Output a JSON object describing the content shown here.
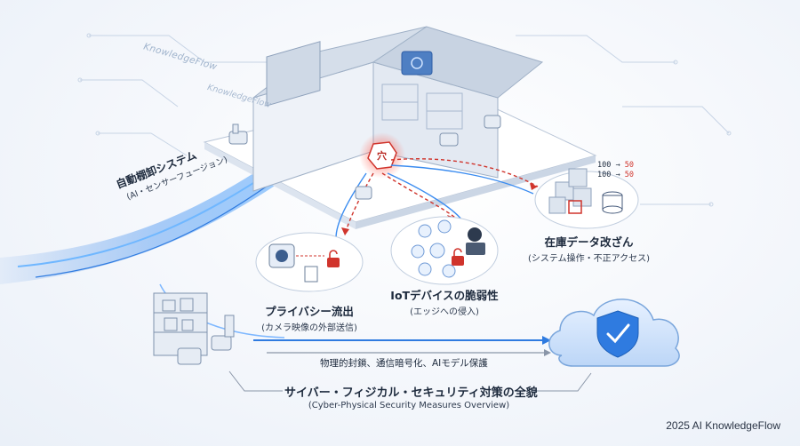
{
  "watermark": {
    "line1": "KnowledgeFlow",
    "line2": "KnowledgeFlow"
  },
  "auto_system": {
    "title": "自動棚卸システム",
    "subtitle": "(AI・センサーフュージョン)"
  },
  "breach_icon": {
    "glyph": "穴"
  },
  "inventory": {
    "title": "在庫データ改ざん",
    "subtitle": "(システム操作・不正アクセス)",
    "values": [
      {
        "from": "100",
        "to": "50"
      },
      {
        "from": "100",
        "to": "50"
      }
    ]
  },
  "privacy": {
    "title": "プライバシー流出",
    "subtitle": "(カメラ映像の外部送信)"
  },
  "iot": {
    "title": "IoTデバイスの脆弱性",
    "subtitle": "(エッジへの侵入)"
  },
  "measures": {
    "line": "物理的封鎖、通信暗号化、AIモデル保護"
  },
  "overview": {
    "title": "サイバー・フィジカル・セキュリティ対策の全貌",
    "subtitle": "(Cyber-Physical Security Measures Overview)"
  },
  "footer": {
    "copyright": "2025 AI KnowledgeFlow"
  },
  "colors": {
    "accent_blue": "#2f7be0",
    "alert_red": "#d0342c",
    "line_gray": "#8a96a8"
  }
}
